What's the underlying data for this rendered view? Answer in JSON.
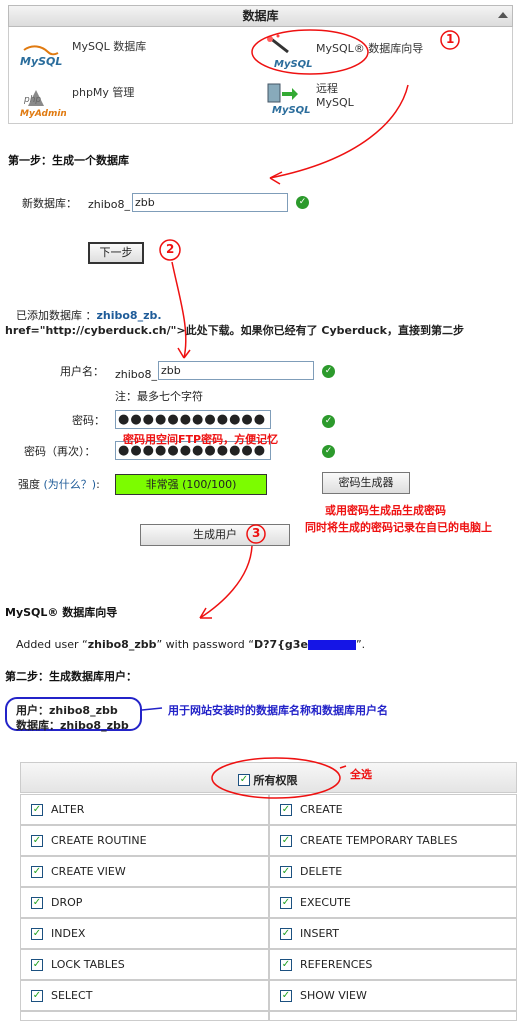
{
  "database_panel": {
    "title": "数据库",
    "items": [
      {
        "label": "MySQL 数据库",
        "logo": "MySQL"
      },
      {
        "label": "MySQL® 数据库向导",
        "logo": "MySQL"
      },
      {
        "label": "phpMy 管理",
        "logo": "phpMyAdmin"
      },
      {
        "label": "远程",
        "label2": "MySQL",
        "logo": "MySQL"
      }
    ]
  },
  "step1": {
    "title": "第一步：生成一个数据库",
    "new_db_label": "新数据库：",
    "db_prefix": "zhibo8_",
    "db_value": "zbb",
    "next_button": "下一步"
  },
  "added": {
    "text": "已添加数据库 ：",
    "db_name": "zhibo8_zb.",
    "href_line": "href=\"http://cyberduck.ch/\">此处下载。如果你已经有了 Cyberduck，直接到第二步"
  },
  "user_form": {
    "username_label": "用户名：",
    "user_prefix": "zhibo8_",
    "user_value": "zbb",
    "note": "注：最多七个字符",
    "password_label": "密码：",
    "password_value": "●●●●●●●●●●●●",
    "password_again_label": "密码（再次）：",
    "password_again_value": "●●●●●●●●●●●●",
    "strength_label": "强度",
    "strength_why": "(为什么？)",
    "strength_colon": ":",
    "strength_value": "非常强 (100/100)",
    "generator_button": "密码生成器",
    "create_user_button": "生成用户"
  },
  "annotations": {
    "circle1": "1",
    "circle2": "2",
    "circle3": "3",
    "password_note": "密码用空间FTP密码，方便记忆",
    "generator_note1": "或用密码生成品生成密码",
    "generator_note2": "同时将生成的密码记录在自已的电脑上",
    "user_note": "用于网站安装时的数据库名称和数据库用户名",
    "select_all_note": "全选"
  },
  "wizard": {
    "title": "MySQL® 数据库向导",
    "added_user_prefix": "Added user “",
    "added_user_name": "zhibo8_zbb",
    "added_user_mid": "” with password “",
    "added_password": "D?7{g3e",
    "added_user_suffix": "”.",
    "step2_title": "第二步：生成数据库用户：",
    "user_line": "用户：zhibo8_zbb",
    "db_line": "数据库：zhibo8_zbb"
  },
  "privileges": {
    "all_label": "所有权限",
    "rows": [
      [
        "ALTER",
        "CREATE"
      ],
      [
        "CREATE ROUTINE",
        "CREATE TEMPORARY TABLES"
      ],
      [
        "CREATE VIEW",
        "DELETE"
      ],
      [
        "DROP",
        "EXECUTE"
      ],
      [
        "INDEX",
        "INSERT"
      ],
      [
        "LOCK TABLES",
        "REFERENCES"
      ],
      [
        "SELECT",
        "SHOW VIEW"
      ]
    ]
  },
  "colors": {
    "annotation_red": "#e11111",
    "annotation_blue": "#2323c8",
    "strength_green": "#7cfc00",
    "ok_green": "#2c9a2c"
  }
}
